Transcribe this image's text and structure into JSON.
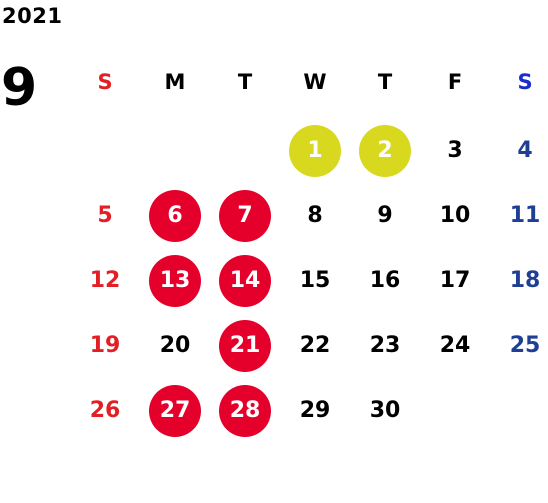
{
  "year": "2021",
  "month": "9",
  "colors": {
    "sunday": "#e31f26",
    "saturday": "#1f3f94",
    "weekday": "#000000",
    "holiday_circle": "#e4002b",
    "special_circle": "#d8d81f",
    "circle_text": "#ffffff"
  },
  "weekdays": [
    {
      "label": "S",
      "color": "#e31f26"
    },
    {
      "label": "M",
      "color": "#000000"
    },
    {
      "label": "T",
      "color": "#000000"
    },
    {
      "label": "W",
      "color": "#000000"
    },
    {
      "label": "T",
      "color": "#000000"
    },
    {
      "label": "F",
      "color": "#000000"
    },
    {
      "label": "S",
      "color": "#1a2dcc"
    }
  ],
  "weeks": [
    [
      null,
      null,
      null,
      {
        "day": "1",
        "mark": "special"
      },
      {
        "day": "2",
        "mark": "special"
      },
      {
        "day": "3"
      },
      {
        "day": "4"
      }
    ],
    [
      {
        "day": "5"
      },
      {
        "day": "6",
        "mark": "holiday"
      },
      {
        "day": "7",
        "mark": "holiday"
      },
      {
        "day": "8"
      },
      {
        "day": "9"
      },
      {
        "day": "10"
      },
      {
        "day": "11"
      }
    ],
    [
      {
        "day": "12"
      },
      {
        "day": "13",
        "mark": "holiday"
      },
      {
        "day": "14",
        "mark": "holiday"
      },
      {
        "day": "15"
      },
      {
        "day": "16"
      },
      {
        "day": "17"
      },
      {
        "day": "18"
      }
    ],
    [
      {
        "day": "19"
      },
      {
        "day": "20"
      },
      {
        "day": "21",
        "mark": "holiday"
      },
      {
        "day": "22"
      },
      {
        "day": "23"
      },
      {
        "day": "24"
      },
      {
        "day": "25"
      }
    ],
    [
      {
        "day": "26"
      },
      {
        "day": "27",
        "mark": "holiday"
      },
      {
        "day": "28",
        "mark": "holiday"
      },
      {
        "day": "29"
      },
      {
        "day": "30"
      },
      null,
      null
    ]
  ]
}
